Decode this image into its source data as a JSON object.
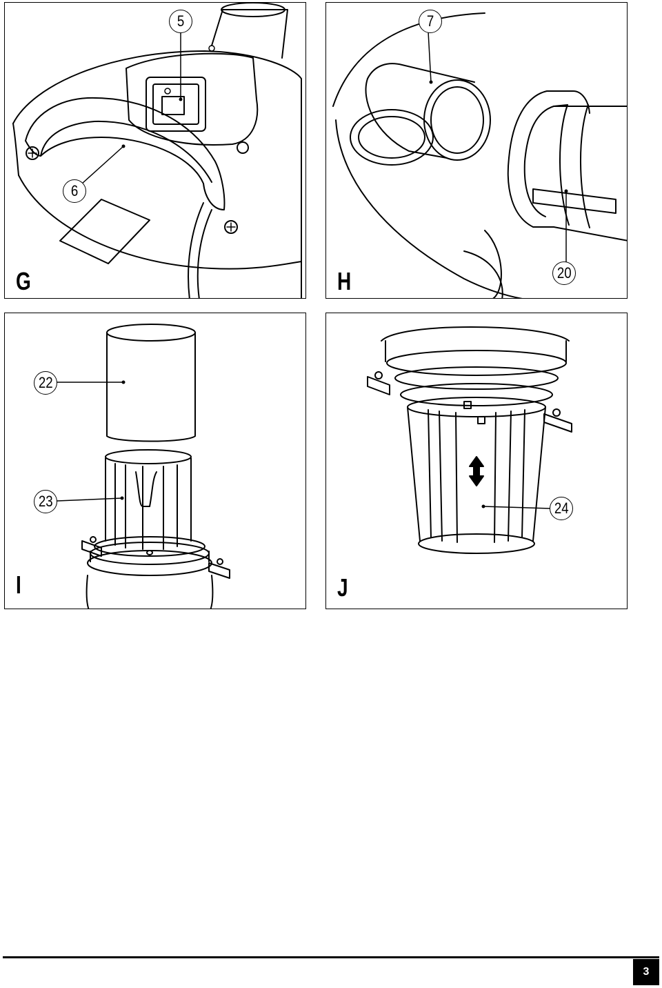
{
  "panels": {
    "g": {
      "letter": "G",
      "callouts": [
        "5",
        "6"
      ]
    },
    "h": {
      "letter": "H",
      "callouts": [
        "7",
        "20"
      ]
    },
    "i": {
      "letter": "I",
      "callouts": [
        "22",
        "23"
      ]
    },
    "j": {
      "letter": "J",
      "callouts": [
        "24"
      ]
    }
  },
  "footer": {
    "page_number": "3"
  }
}
